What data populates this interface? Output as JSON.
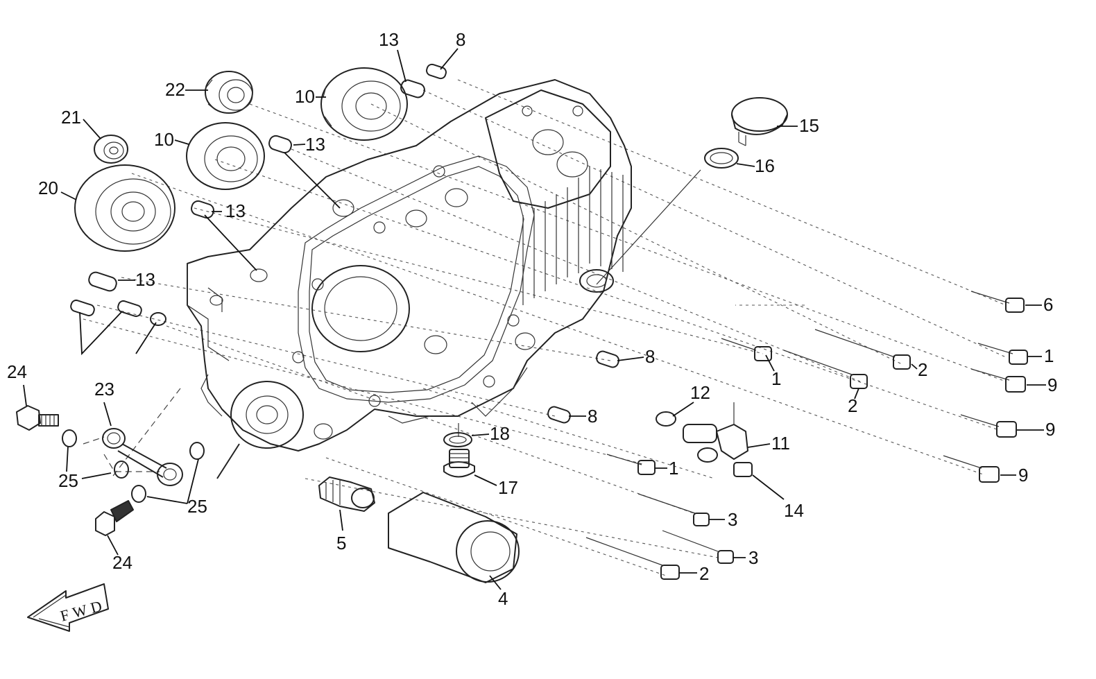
{
  "diagram": {
    "direction_label": "FWD",
    "callouts": [
      {
        "id": "c-13-top",
        "text": "13"
      },
      {
        "id": "c-8-top",
        "text": "8"
      },
      {
        "id": "c-22",
        "text": "22"
      },
      {
        "id": "c-10-upper",
        "text": "10"
      },
      {
        "id": "c-21",
        "text": "21"
      },
      {
        "id": "c-10-lower",
        "text": "10"
      },
      {
        "id": "c-13-mid",
        "text": "13"
      },
      {
        "id": "c-20",
        "text": "20"
      },
      {
        "id": "c-13-left",
        "text": "13"
      },
      {
        "id": "c-13-low",
        "text": "13"
      },
      {
        "id": "c-15",
        "text": "15"
      },
      {
        "id": "c-16",
        "text": "16"
      },
      {
        "id": "c-6",
        "text": "6"
      },
      {
        "id": "c-1-right",
        "text": "1"
      },
      {
        "id": "c-8-mid",
        "text": "8"
      },
      {
        "id": "c-1-mid",
        "text": "1"
      },
      {
        "id": "c-2-right",
        "text": "2"
      },
      {
        "id": "c-9-a",
        "text": "9"
      },
      {
        "id": "c-2-mid",
        "text": "2"
      },
      {
        "id": "c-12",
        "text": "12"
      },
      {
        "id": "c-9-b",
        "text": "9"
      },
      {
        "id": "c-8-low",
        "text": "8"
      },
      {
        "id": "c-11",
        "text": "11"
      },
      {
        "id": "c-18",
        "text": "18"
      },
      {
        "id": "c-1-low",
        "text": "1"
      },
      {
        "id": "c-9-c",
        "text": "9"
      },
      {
        "id": "c-17",
        "text": "17"
      },
      {
        "id": "c-14",
        "text": "14"
      },
      {
        "id": "c-24-top",
        "text": "24"
      },
      {
        "id": "c-23",
        "text": "23"
      },
      {
        "id": "c-25-left",
        "text": "25"
      },
      {
        "id": "c-25-right",
        "text": "25"
      },
      {
        "id": "c-24-bottom",
        "text": "24"
      },
      {
        "id": "c-5",
        "text": "5"
      },
      {
        "id": "c-3-upper",
        "text": "3"
      },
      {
        "id": "c-3-lower",
        "text": "3"
      },
      {
        "id": "c-2-low",
        "text": "2"
      },
      {
        "id": "c-4",
        "text": "4"
      }
    ]
  }
}
